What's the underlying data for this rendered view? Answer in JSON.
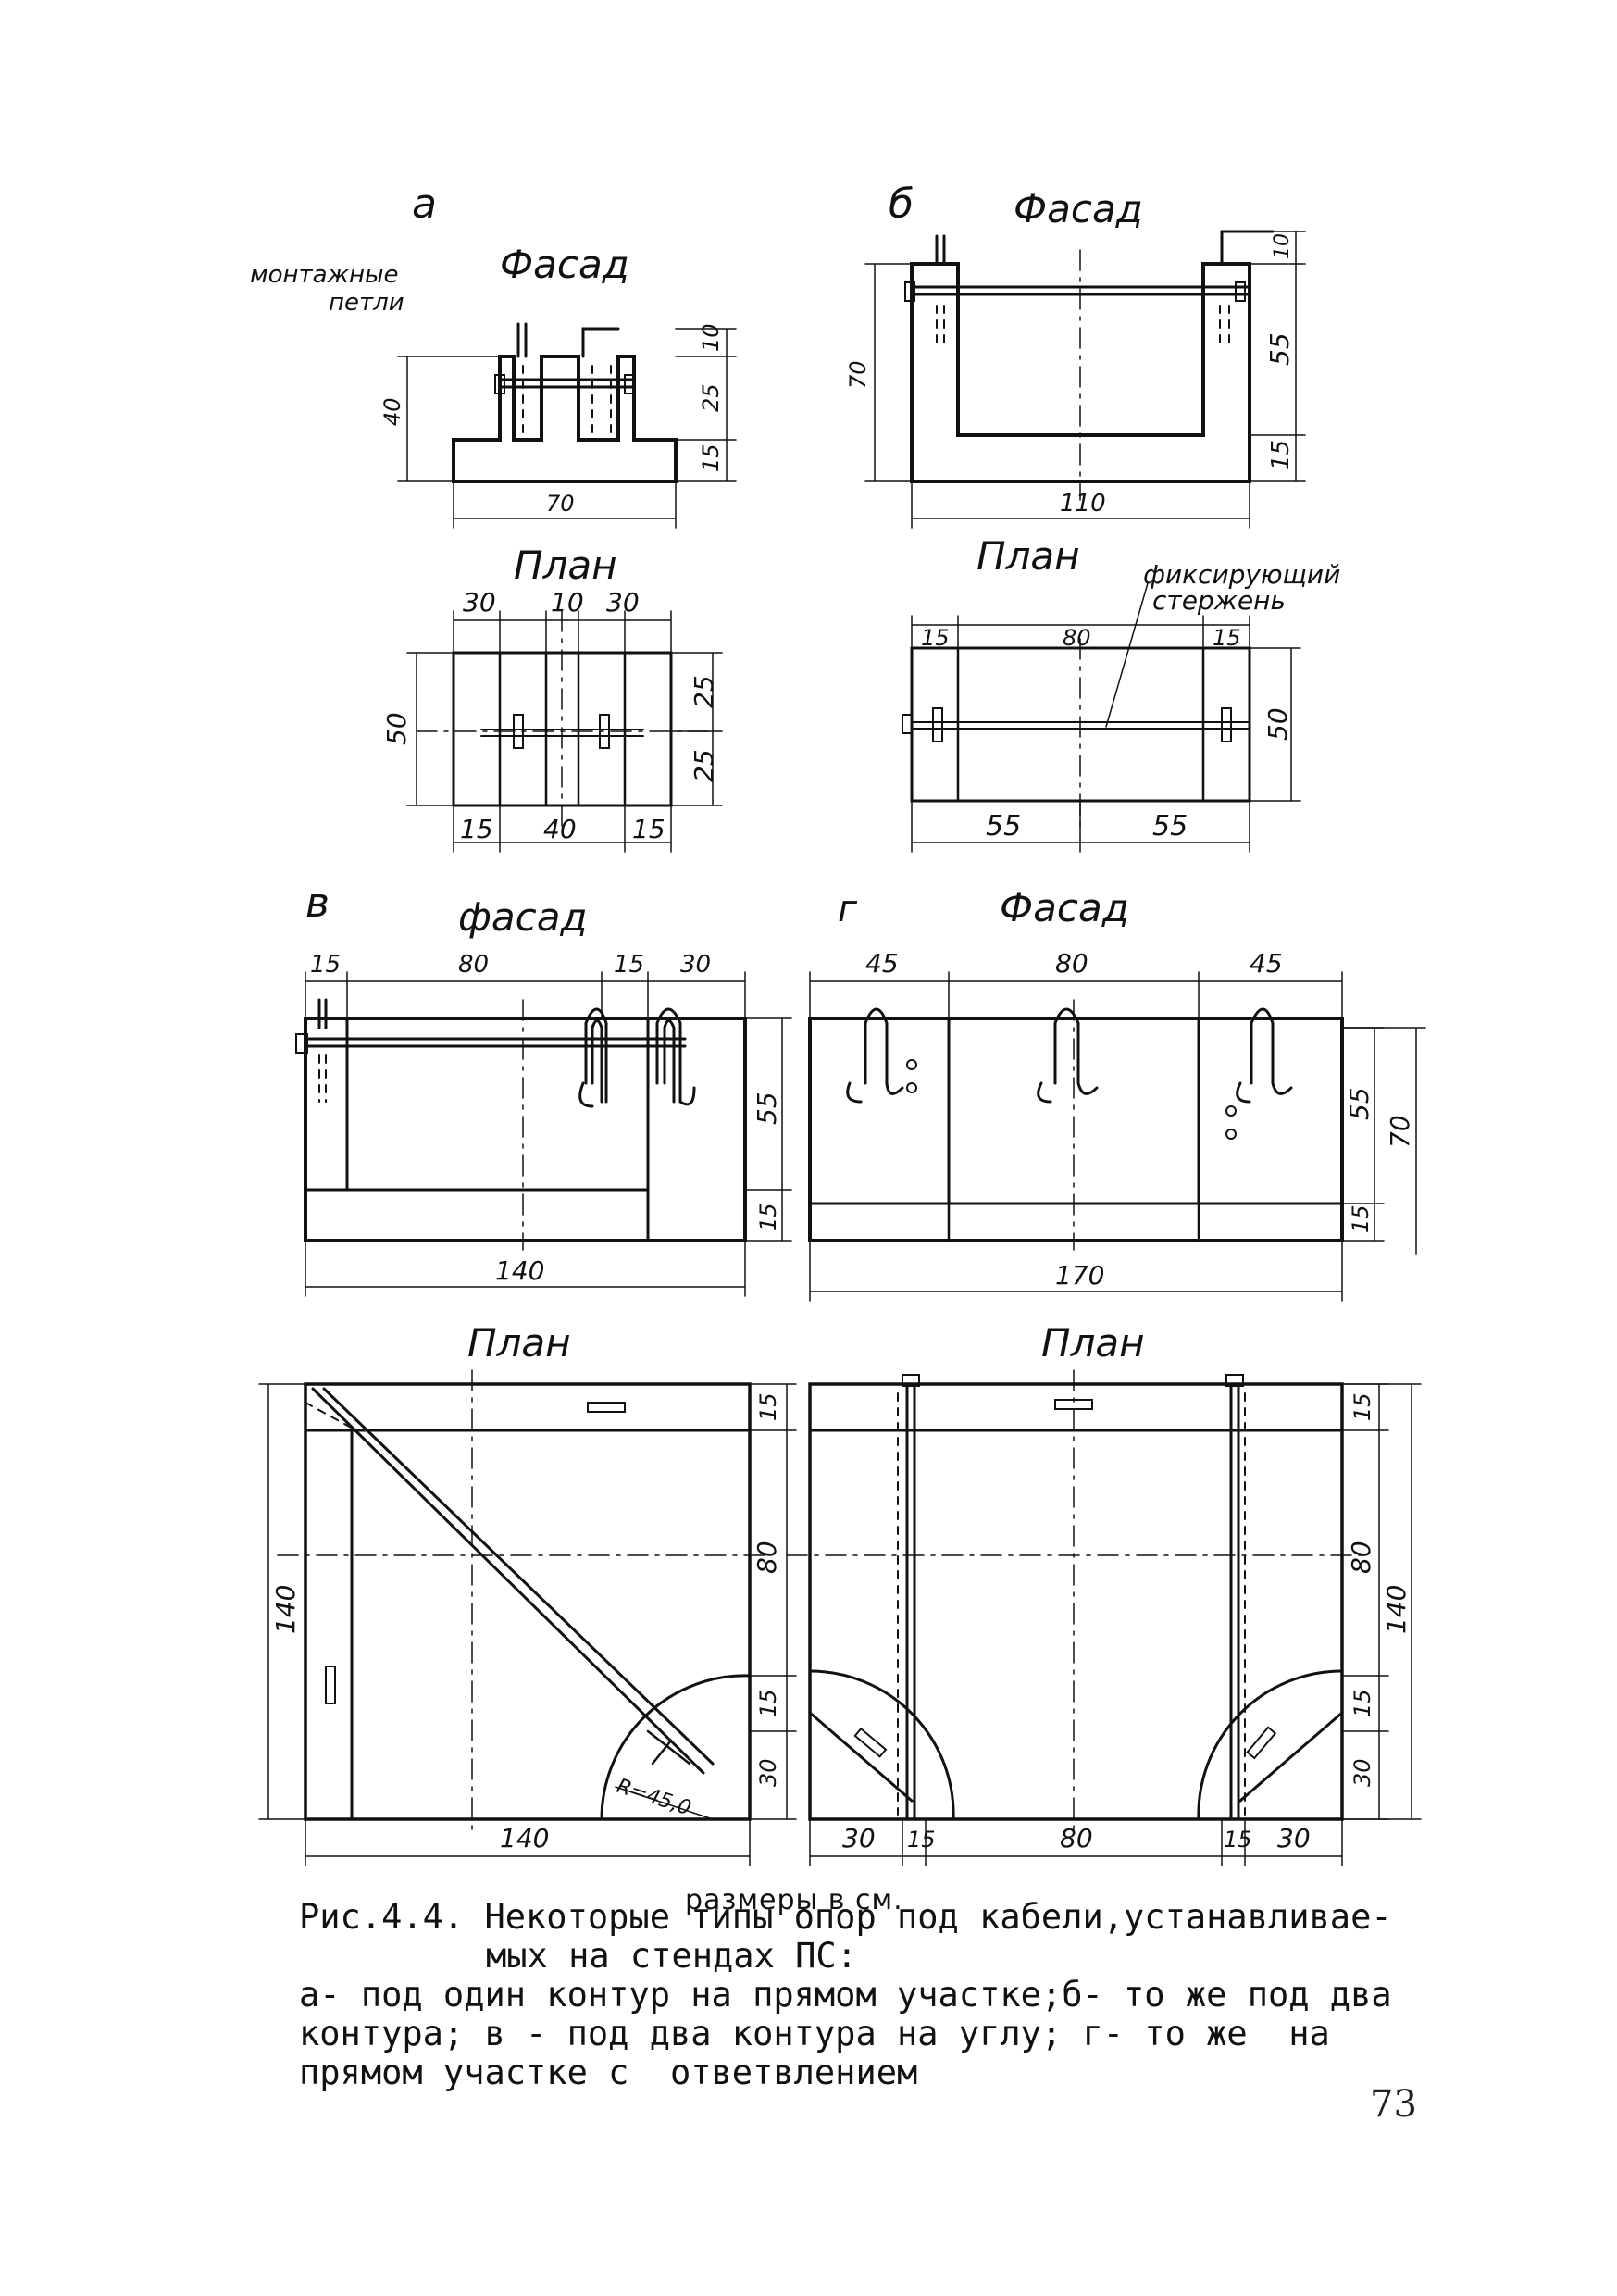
{
  "panels": {
    "a": {
      "letter": "а",
      "facade_title": "Фасад",
      "plan_title": "План",
      "loops_label_1": "монтажные",
      "loops_label_2": "петли",
      "facade_dims": {
        "height": "40",
        "top": "10",
        "mid": "25",
        "base": "15",
        "width": "70"
      },
      "plan_dims": {
        "top_left": "30",
        "top_mid": "10",
        "top_right": "30",
        "height": "50",
        "right_top": "25",
        "right_bottom": "25",
        "bottom_left": "15",
        "bottom_mid": "40",
        "bottom_right": "15"
      }
    },
    "b": {
      "letter": "б",
      "facade_title": "Фасад",
      "plan_title": "План",
      "rod_label_1": "фиксирующий",
      "rod_label_2": "стержень",
      "facade_dims": {
        "height": "70",
        "top": "10",
        "mid": "55",
        "base": "15",
        "width": "110"
      },
      "plan_dims": {
        "top_left": "15",
        "top_mid": "80",
        "top_right": "15",
        "height": "50",
        "bottom_left": "55",
        "bottom_right": "55"
      }
    },
    "v": {
      "letter": "в",
      "facade_title": "фасад",
      "plan_title": "План",
      "facade_dims": {
        "top_1": "15",
        "top_2": "80",
        "top_3": "15",
        "top_4": "30",
        "right_top": "55",
        "right_bottom": "15",
        "width": "140"
      },
      "plan_dims": {
        "left": "140",
        "right_1": "15",
        "right_2": "80",
        "right_3": "15",
        "right_4": "30",
        "bottom": "140",
        "radius": "R=45,0"
      }
    },
    "g": {
      "letter": "г",
      "facade_title": "Фасад",
      "plan_title": "План",
      "facade_dims": {
        "top_1": "45",
        "top_2": "80",
        "top_3": "45",
        "right_1": "55",
        "right_2": "70",
        "right_3": "15",
        "width": "170"
      },
      "plan_dims": {
        "right_1": "15",
        "right_2": "80",
        "right_3": "15",
        "right_4": "30",
        "right_total": "140",
        "bottom_1": "30",
        "bottom_2": "15",
        "bottom_3": "80",
        "bottom_4": "15",
        "bottom_5": "30"
      }
    }
  },
  "units_note": "размеры в см.",
  "caption": {
    "line1": "Рис.4.4. Некоторые типы опор под кабели,устанавливае-",
    "line2": "мых на стендах ПС:",
    "line3": "а- под один контур на прямом участке;б- то же под два",
    "line4": "контура; в - под два контура на углу; г- то же  на",
    "line5": "прямом участке с  ответвлением"
  },
  "page_number": "73"
}
